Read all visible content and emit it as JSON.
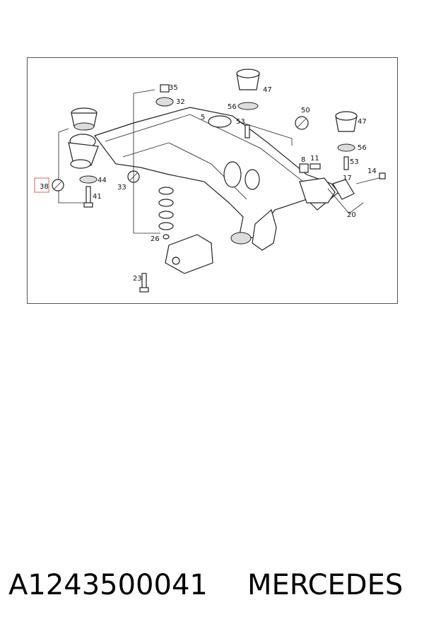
{
  "diagram": {
    "callouts": {
      "c35": "35",
      "c32": "32",
      "c5": "5",
      "c47a": "47",
      "c56a": "56",
      "c53a": "53",
      "c50": "50",
      "c47b": "47",
      "c56b": "56",
      "c8": "8",
      "c11": "11",
      "c53b": "53",
      "c17": "17",
      "c14": "14",
      "c20": "20",
      "c38": "38",
      "c44": "44",
      "c41": "41",
      "c33": "33",
      "c26": "26",
      "c23": "23"
    },
    "highlighted_callout": "38",
    "highlight_color": "#e06060"
  },
  "caption": {
    "part_number": "A1243500041",
    "brand": "MERCEDES"
  }
}
